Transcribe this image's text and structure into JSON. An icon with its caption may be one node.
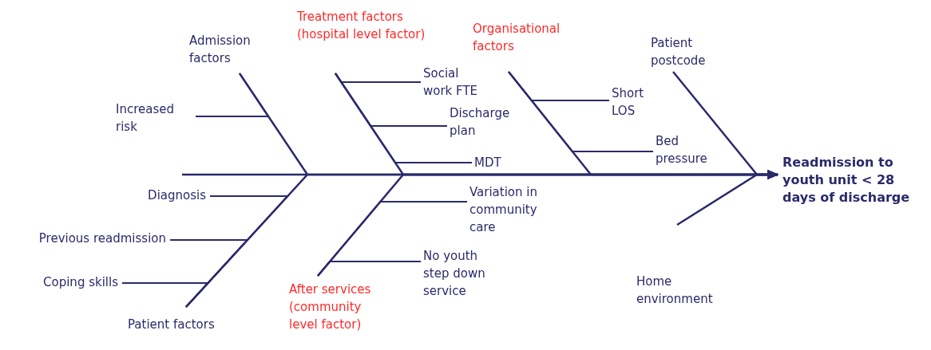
{
  "diagram": {
    "nodes": [
      {
        "text": [
          "Admission factors"
        ]
      },
      {
        "text": [
          "Treatment factors (hospital level factor)"
        ]
      },
      {
        "text": [
          "Organisational factors"
        ]
      },
      {
        "text": [
          "Patient postcode"
        ]
      },
      {
        "text": [
          "Increased risk"
        ]
      },
      {
        "text": [
          "Social work FTE"
        ]
      },
      {
        "text": [
          "Discharge plan"
        ]
      },
      {
        "text": [
          "MDT"
        ]
      },
      {
        "text": [
          "Short LOS"
        ]
      },
      {
        "text": [
          "Bed pressure"
        ]
      },
      {
        "text": [
          "Readmission to youth unit < 28 days of discharge"
        ]
      },
      {
        "text": [
          "Diagnosis"
        ]
      },
      {
        "text": [
          "Variation in community care"
        ]
      },
      {
        "text": [
          "Previous readmission"
        ]
      },
      {
        "text": [
          "No youth step down service"
        ]
      },
      {
        "text": [
          "Coping skills"
        ]
      },
      {
        "text": [
          "Home environment"
        ]
      },
      {
        "text": [
          "After services (community level factor)"
        ]
      },
      {
        "text": [
          "Patient factors"
        ]
      }
    ],
    "edges": [
      {
        "from": 4,
        "to": 0,
        "arrow": "none"
      },
      {
        "from": 5,
        "to": 1,
        "arrow": "none"
      },
      {
        "from": 6,
        "to": 1,
        "arrow": "none"
      },
      {
        "from": 7,
        "to": 1,
        "arrow": "none"
      },
      {
        "from": 8,
        "to": 2,
        "arrow": "none"
      },
      {
        "from": 9,
        "to": 2,
        "arrow": "none"
      },
      {
        "from": 11,
        "to": 18,
        "arrow": "none"
      },
      {
        "from": 13,
        "to": 18,
        "arrow": "none"
      },
      {
        "from": 15,
        "to": 18,
        "arrow": "none"
      },
      {
        "from": 12,
        "to": 17,
        "arrow": "none"
      },
      {
        "from": 14,
        "to": 17,
        "arrow": "none"
      },
      {
        "from": 0,
        "to": 10,
        "arrow": "to"
      },
      {
        "from": 1,
        "to": 10,
        "arrow": "to"
      },
      {
        "from": 2,
        "to": 10,
        "arrow": "to"
      },
      {
        "from": 3,
        "to": 10,
        "arrow": "to"
      },
      {
        "from": 18,
        "to": 10,
        "arrow": "to"
      },
      {
        "from": 17,
        "to": 10,
        "arrow": "to"
      },
      {
        "from": 16,
        "to": 10,
        "arrow": "to"
      }
    ]
  }
}
